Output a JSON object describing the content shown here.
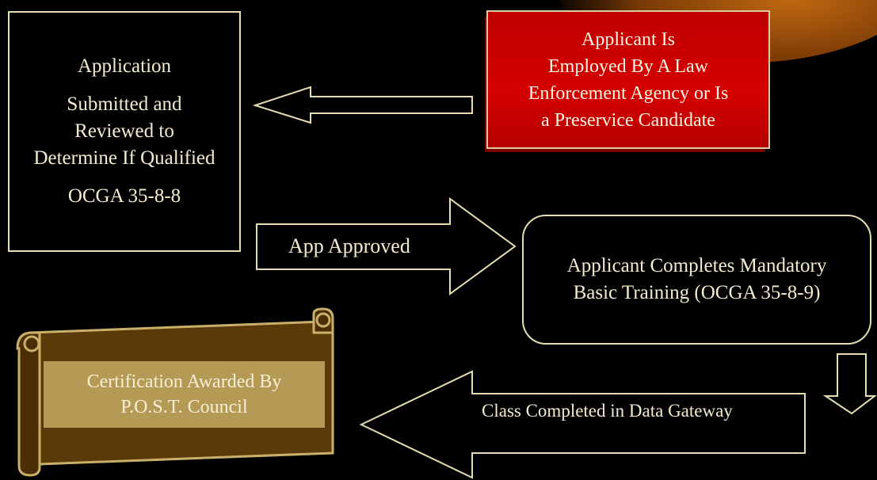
{
  "nodes": {
    "application": {
      "line1": "Application",
      "line2": "Submitted and",
      "line3": "Reviewed to",
      "line4": "Determine If Qualified",
      "line5": "OCGA 35-8-8"
    },
    "applicant": {
      "line1": "Applicant Is",
      "line2": "Employed By A Law",
      "line3": "Enforcement Agency or Is",
      "line4": "a Preservice Candidate"
    },
    "training": {
      "line1": "Applicant Completes Mandatory",
      "line2": "Basic Training (OCGA 35-8-9)"
    },
    "certification": {
      "line1": "Certification Awarded By",
      "line2": "P.O.S.T. Council"
    }
  },
  "edges": {
    "approved_label": "App Approved",
    "gateway_label": "Class Completed in Data Gateway"
  },
  "colors": {
    "background": "#000000",
    "outline": "#e6dcb2",
    "applicant_fill": "#cc0000",
    "scroll_fill": "#5a3a08",
    "cert_fill": "#b59a55"
  }
}
